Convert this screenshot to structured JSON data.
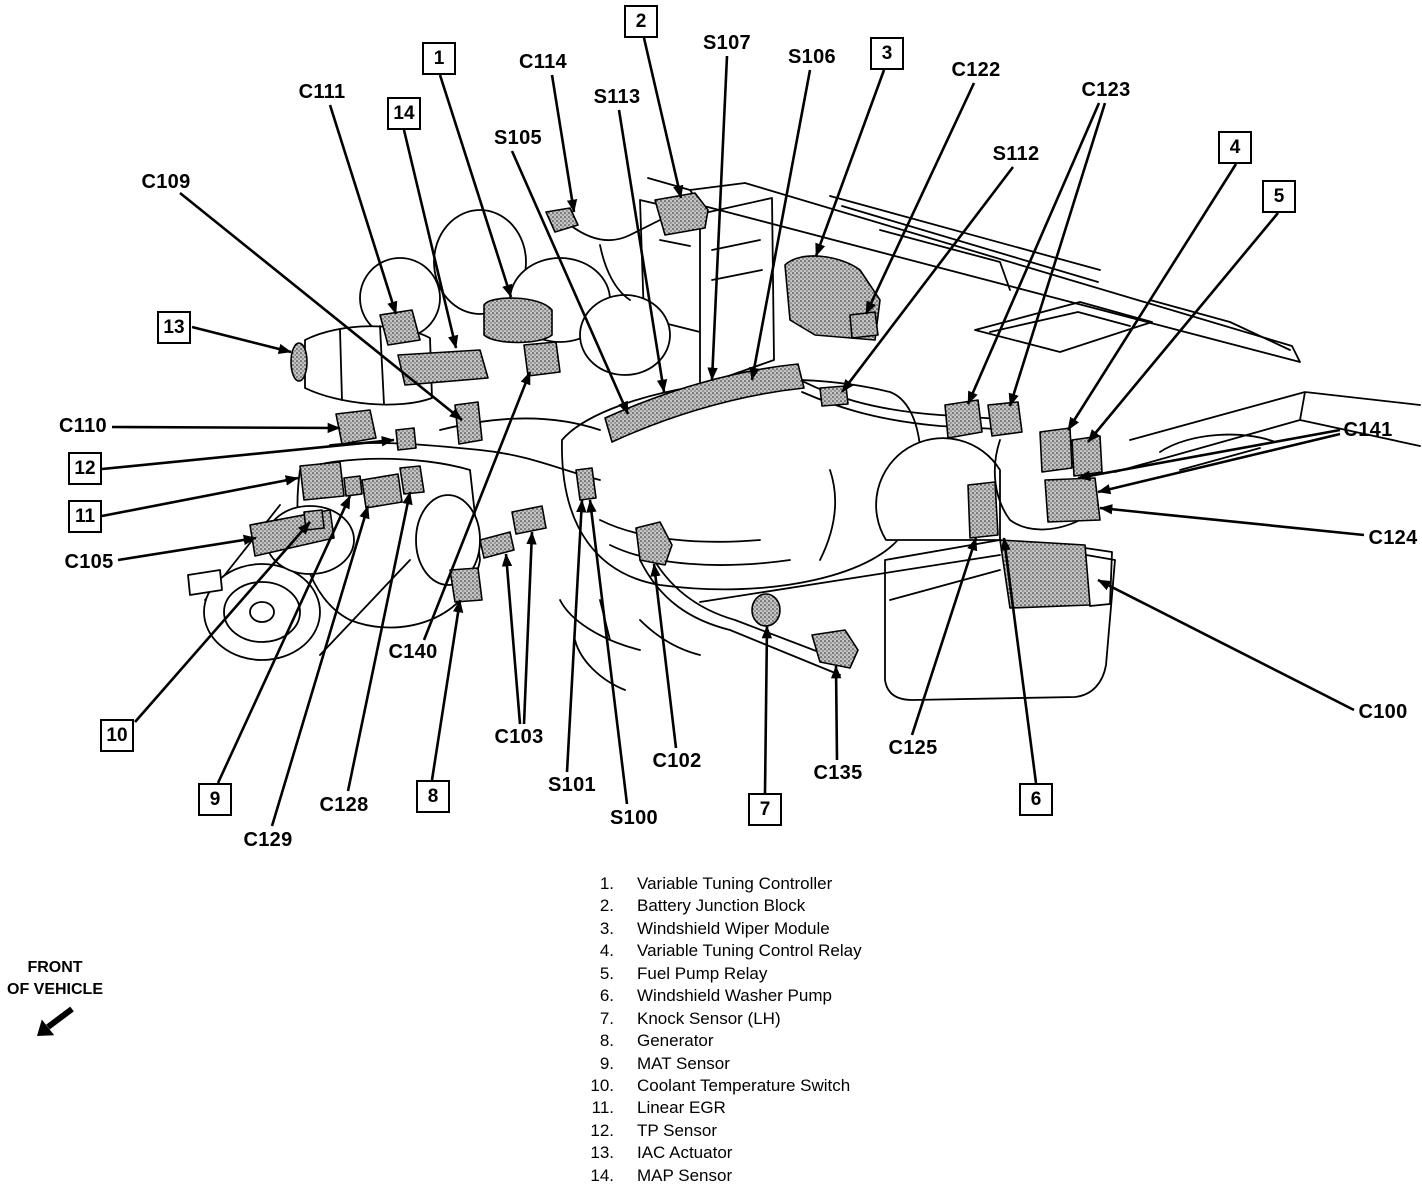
{
  "diagram": {
    "colors": {
      "ink": "#000000",
      "background": "#ffffff",
      "connector_fill": "#bdbdbd"
    },
    "callout_numbers": {
      "n1": "1",
      "n2": "2",
      "n3": "3",
      "n4": "4",
      "n5": "5",
      "n6": "6",
      "n7": "7",
      "n8": "8",
      "n9": "9",
      "n10": "10",
      "n11": "11",
      "n12": "12",
      "n13": "13",
      "n14": "14"
    },
    "connectors": {
      "c100": "C100",
      "c102": "C102",
      "c103": "C103",
      "c105": "C105",
      "c109": "C109",
      "c110": "C110",
      "c111": "C111",
      "c114": "C114",
      "c122": "C122",
      "c123": "C123",
      "c124": "C124",
      "c125": "C125",
      "c128": "C128",
      "c129": "C129",
      "c135": "C135",
      "c140": "C140",
      "c141": "C141"
    },
    "splices": {
      "s100": "S100",
      "s101": "S101",
      "s105": "S105",
      "s106": "S106",
      "s107": "S107",
      "s112": "S112",
      "s113": "S113"
    }
  },
  "legend": {
    "items": [
      {
        "number": "1.",
        "name": "Variable Tuning Controller"
      },
      {
        "number": "2.",
        "name": "Battery Junction Block"
      },
      {
        "number": "3.",
        "name": "Windshield Wiper Module"
      },
      {
        "number": "4.",
        "name": "Variable Tuning Control Relay"
      },
      {
        "number": "5.",
        "name": "Fuel Pump Relay"
      },
      {
        "number": "6.",
        "name": "Windshield Washer Pump"
      },
      {
        "number": "7.",
        "name": "Knock Sensor (LH)"
      },
      {
        "number": "8.",
        "name": "Generator"
      },
      {
        "number": "9.",
        "name": "MAT Sensor"
      },
      {
        "number": "10.",
        "name": "Coolant Temperature Switch"
      },
      {
        "number": "11.",
        "name": "Linear EGR"
      },
      {
        "number": "12.",
        "name": "TP Sensor"
      },
      {
        "number": "13.",
        "name": "IAC Actuator"
      },
      {
        "number": "14.",
        "name": "MAP Sensor"
      }
    ]
  },
  "orientation": {
    "line1": "FRONT",
    "line2": "OF VEHICLE",
    "icon": "arrow-down-left-icon"
  }
}
